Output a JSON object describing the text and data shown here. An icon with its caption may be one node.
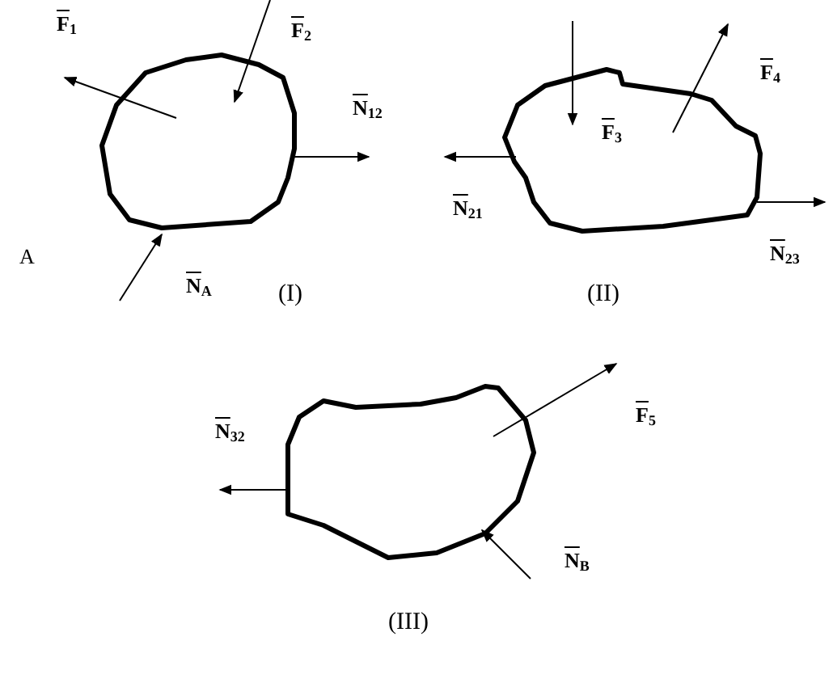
{
  "diagram": {
    "nodes": [
      {
        "text": [],
        "shape": "blob",
        "beside": [
          "(I)"
        ]
      },
      {
        "text": [],
        "shape": "blob",
        "beside": [
          "(II)"
        ]
      },
      {
        "text": [],
        "shape": "blob",
        "beside": [
          "(III)"
        ]
      }
    ],
    "edges": [],
    "labels": [
      "F$_{1}$",
      "F$_{2}$",
      "N$_{12}$",
      "A",
      "N$_{A}$",
      "F$_{4}$",
      "F$_{3}$",
      "N$_{21}$",
      "N$_{23}$",
      "N$_{32}$",
      "F$_{5}$",
      "N$_{B}$"
    ]
  }
}
